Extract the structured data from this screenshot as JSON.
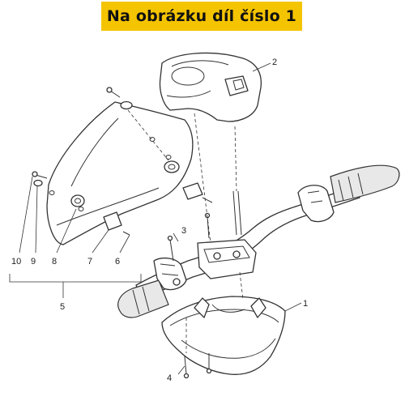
{
  "banner": {
    "text": "Na obrázku díl číslo 1",
    "color": "#f5c400"
  },
  "callouts": {
    "c1": "1",
    "c2": "2",
    "c3": "3",
    "c4": "4",
    "c5": "5",
    "c6": "6",
    "c7": "7",
    "c8": "8",
    "c9": "9",
    "c10": "10"
  }
}
